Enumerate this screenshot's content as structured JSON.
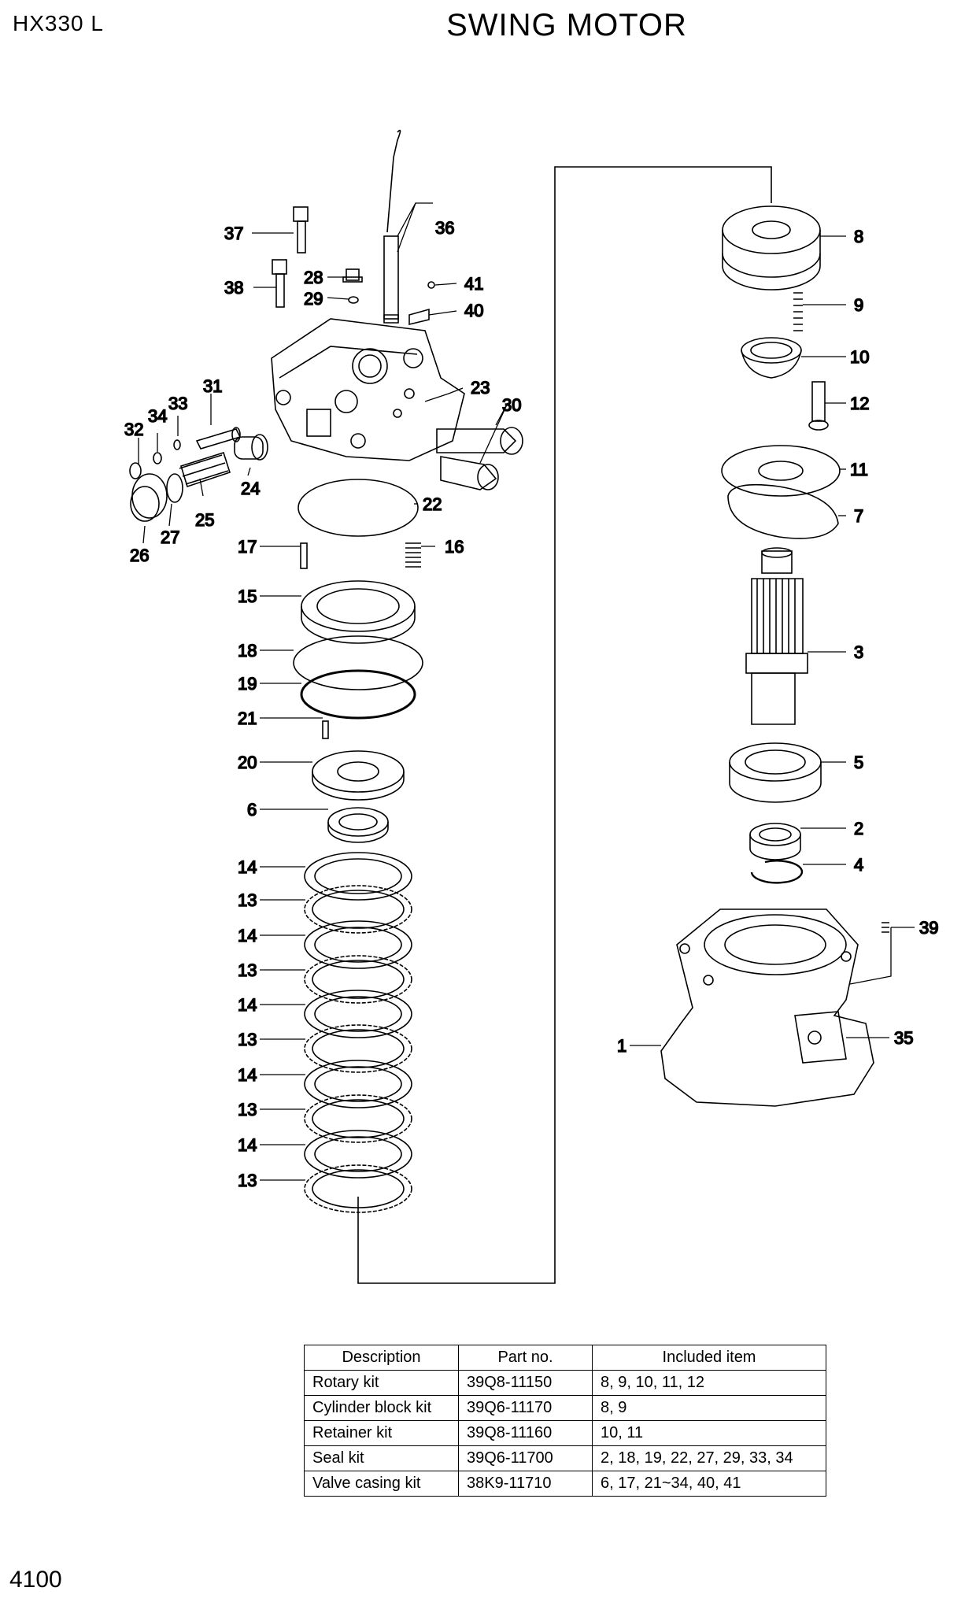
{
  "header": {
    "model": "HX330 L",
    "title": "SWING MOTOR"
  },
  "footer": {
    "page_number": "4100"
  },
  "callouts": {
    "p1": "1",
    "p2": "2",
    "p3": "3",
    "p4": "4",
    "p5": "5",
    "p6": "6",
    "p7": "7",
    "p8": "8",
    "p9": "9",
    "p10": "10",
    "p11": "11",
    "p12": "12",
    "p13": "13",
    "p14": "14",
    "p15": "15",
    "p16": "16",
    "p17": "17",
    "p18": "18",
    "p19": "19",
    "p20": "20",
    "p21": "21",
    "p22": "22",
    "p23": "23",
    "p24": "24",
    "p25": "25",
    "p26": "26",
    "p27": "27",
    "p28": "28",
    "p29": "29",
    "p30": "30",
    "p31": "31",
    "p32": "32",
    "p33": "33",
    "p34": "34",
    "p35": "35",
    "p36": "36",
    "p37": "37",
    "p38": "38",
    "p39": "39",
    "p40": "40",
    "p41": "41"
  },
  "kit_table": {
    "headers": [
      "Description",
      "Part no.",
      "Included item"
    ],
    "rows": [
      [
        "Rotary kit",
        "39Q8-11150",
        "8, 9, 10, 11, 12"
      ],
      [
        "Cylinder block kit",
        "39Q6-11170",
        "8, 9"
      ],
      [
        "Retainer kit",
        "39Q8-11160",
        "10, 11"
      ],
      [
        "Seal kit",
        "39Q6-11700",
        "2, 18, 19, 22, 27, 29, 33, 34"
      ],
      [
        "Valve casing kit",
        "38K9-11710",
        "6, 17, 21~34, 40, 41"
      ]
    ]
  }
}
